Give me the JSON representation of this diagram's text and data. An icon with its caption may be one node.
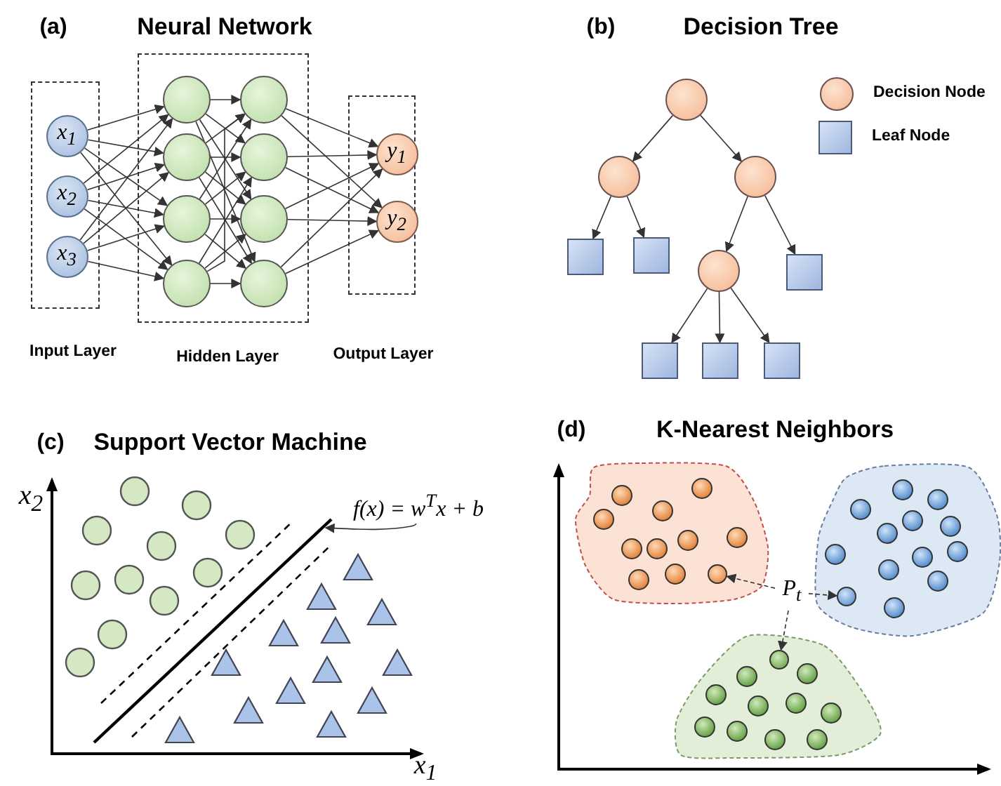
{
  "diagram": {
    "nodes": [
      {
        "text": [],
        "shape": "box",
        "beside": [
          "Input Layer"
        ]
      },
      {
        "text": [
          "x$_{1}$"
        ],
        "in": 0
      },
      {
        "text": [
          "x$_{2}$"
        ],
        "in": 0
      },
      {
        "text": [
          "x$_{3}$"
        ],
        "in": 0
      },
      {
        "text": [],
        "shape": "box",
        "beside": [
          "Hidden Layer"
        ]
      },
      {
        "text": [],
        "shape": "circle",
        "in": 4
      },
      {
        "text": [],
        "shape": "circle",
        "in": 4
      },
      {
        "text": [],
        "shape": "circle",
        "in": 4
      },
      {
        "text": [],
        "shape": "circle",
        "in": 4
      },
      {
        "text": [],
        "shape": "circle",
        "in": 4
      },
      {
        "text": [],
        "shape": "circle",
        "in": 4
      },
      {
        "text": [],
        "shape": "circle",
        "in": 4
      },
      {
        "text": [],
        "shape": "circle",
        "in": 4
      },
      {
        "text": [],
        "shape": "box",
        "beside": [
          "Output Layer"
        ]
      },
      {
        "text": [
          "y$_{1}$"
        ],
        "in": 13
      },
      {
        "text": [
          "y$_{2}$"
        ],
        "in": 13
      },
      {
        "text": [],
        "shape": "circle"
      },
      {
        "text": [],
        "shape": "circle"
      },
      {
        "text": [],
        "shape": "circle"
      },
      {
        "text": [],
        "shape": "box"
      },
      {
        "text": [],
        "shape": "box"
      },
      {
        "text": [],
        "shape": "circle"
      },
      {
        "text": [],
        "shape": "box"
      },
      {
        "text": [],
        "shape": "box"
      },
      {
        "text": [],
        "shape": "box"
      },
      {
        "text": [],
        "shape": "box"
      },
      {
        "text": [
          "f(x) = w$^{T}$x + b"
        ]
      },
      {
        "text": [],
        "shape": "line"
      },
      {
        "text": [
          "P$_{t}$"
        ]
      },
      {
        "text": [],
        "shape": "circle"
      },
      {
        "text": [],
        "shape": "circle"
      },
      {
        "text": [],
        "shape": "circle"
      }
    ],
    "edges": [
      {
        "from": 1,
        "to": 5,
        "arrow": "to"
      },
      {
        "from": 1,
        "to": 6,
        "arrow": "to"
      },
      {
        "from": 1,
        "to": 7,
        "arrow": "to"
      },
      {
        "from": 1,
        "to": 8,
        "arrow": "to"
      },
      {
        "from": 2,
        "to": 5,
        "arrow": "to"
      },
      {
        "from": 2,
        "to": 6,
        "arrow": "to"
      },
      {
        "from": 2,
        "to": 7,
        "arrow": "to"
      },
      {
        "from": 2,
        "to": 8,
        "arrow": "to"
      },
      {
        "from": 3,
        "to": 5,
        "arrow": "to"
      },
      {
        "from": 3,
        "to": 6,
        "arrow": "to"
      },
      {
        "from": 3,
        "to": 7,
        "arrow": "to"
      },
      {
        "from": 3,
        "to": 8,
        "arrow": "to"
      },
      {
        "from": 5,
        "to": 9,
        "arrow": "to"
      },
      {
        "from": 5,
        "to": 10,
        "arrow": "to"
      },
      {
        "from": 5,
        "to": 11,
        "arrow": "to"
      },
      {
        "from": 5,
        "to": 12,
        "arrow": "to"
      },
      {
        "from": 6,
        "to": 9,
        "arrow": "to"
      },
      {
        "from": 6,
        "to": 10,
        "arrow": "to"
      },
      {
        "from": 6,
        "to": 11,
        "arrow": "to"
      },
      {
        "from": 6,
        "to": 12,
        "arrow": "to"
      },
      {
        "from": 7,
        "to": 9,
        "arrow": "to"
      },
      {
        "from": 7,
        "to": 10,
        "arrow": "to"
      },
      {
        "from": 7,
        "to": 11,
        "arrow": "to"
      },
      {
        "from": 7,
        "to": 12,
        "arrow": "to"
      },
      {
        "from": 8,
        "to": 9,
        "arrow": "to"
      },
      {
        "from": 8,
        "to": 10,
        "arrow": "to"
      },
      {
        "from": 8,
        "to": 11,
        "arrow": "to"
      },
      {
        "from": 8,
        "to": 12,
        "arrow": "to"
      },
      {
        "from": 9,
        "to": 14,
        "arrow": "to"
      },
      {
        "from": 9,
        "to": 15,
        "arrow": "to"
      },
      {
        "from": 10,
        "to": 14,
        "arrow": "to"
      },
      {
        "from": 10,
        "to": 15,
        "arrow": "to"
      },
      {
        "from": 11,
        "to": 14,
        "arrow": "to"
      },
      {
        "from": 11,
        "to": 15,
        "arrow": "to"
      },
      {
        "from": 12,
        "to": 14,
        "arrow": "to"
      },
      {
        "from": 12,
        "to": 15,
        "arrow": "to"
      },
      {
        "from": 16,
        "to": 17,
        "arrow": "to"
      },
      {
        "from": 16,
        "to": 18,
        "arrow": "to"
      },
      {
        "from": 17,
        "to": 19,
        "arrow": "to"
      },
      {
        "from": 17,
        "to": 20,
        "arrow": "to"
      },
      {
        "from": 18,
        "to": 21,
        "arrow": "to"
      },
      {
        "from": 18,
        "to": 22,
        "arrow": "to"
      },
      {
        "from": 21,
        "to": 23,
        "arrow": "to"
      },
      {
        "from": 21,
        "to": 24,
        "arrow": "to"
      },
      {
        "from": 21,
        "to": 25,
        "arrow": "to"
      },
      {
        "from": 26,
        "to": 27,
        "arrow": "to"
      },
      {
        "from": 28,
        "to": 29,
        "arrow": "to",
        "style": "dashed"
      },
      {
        "from": 28,
        "to": 30,
        "arrow": "to",
        "style": "dashed"
      },
      {
        "from": 28,
        "to": 31,
        "arrow": "to",
        "style": "dashed"
      }
    ],
    "labels": [
      "(a)",
      "Neural Network",
      "(b)",
      "Decision Tree",
      "(c)",
      "Support Vector Machine",
      "x$_{2}$",
      "x$_{1}$",
      "(d)",
      "K-Nearest Neighbors"
    ],
    "legend": [
      {
        "text": "Decision Node"
      },
      {
        "text": "Leaf Node"
      }
    ]
  }
}
